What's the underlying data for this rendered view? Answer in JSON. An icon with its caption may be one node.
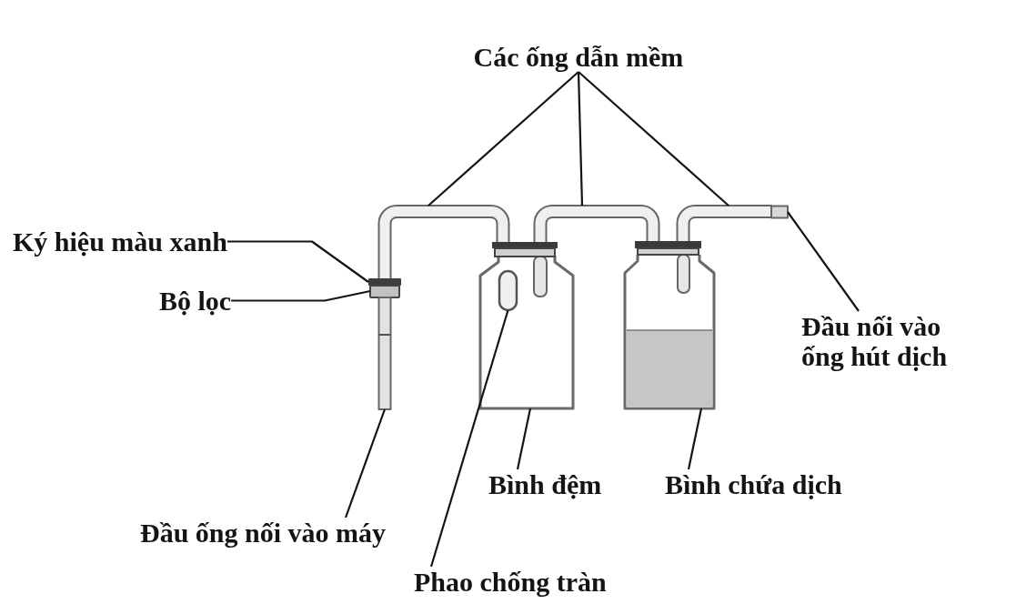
{
  "diagram": {
    "nodes": [
      {
        "text": [
          "Các ống dẫn mềm"
        ]
      },
      {
        "text": [],
        "shape": "tube"
      },
      {
        "text": [],
        "shape": "tube"
      },
      {
        "text": [],
        "shape": "tube"
      },
      {
        "text": [
          "Ký hiệu màu xanh"
        ]
      },
      {
        "text": [],
        "shape": "band"
      },
      {
        "text": [
          "Bộ lọc"
        ]
      },
      {
        "text": [],
        "shape": "ring"
      },
      {
        "text": [],
        "shape": "bottle"
      },
      {
        "text": [],
        "shape": "capsule",
        "in": 8
      },
      {
        "text": [],
        "shape": "bottle"
      },
      {
        "text": [
          "Đầu nối vào ống hút dịch"
        ]
      },
      {
        "text": [],
        "shape": "tube"
      },
      {
        "text": [
          "Bình đệm"
        ]
      },
      {
        "text": [
          "Bình chứa dịch"
        ]
      },
      {
        "text": [],
        "shape": "tube"
      },
      {
        "text": [
          "Đầu ống nối vào máy"
        ]
      },
      {
        "text": [
          "Phao chống tràn"
        ]
      }
    ],
    "edges": [
      {
        "from": 0,
        "to": 1,
        "arrow": "none"
      },
      {
        "from": 0,
        "to": 2,
        "arrow": "none"
      },
      {
        "from": 0,
        "to": 3,
        "arrow": "none"
      },
      {
        "from": 4,
        "to": 5,
        "arrow": "none"
      },
      {
        "from": 6,
        "to": 7,
        "arrow": "none"
      },
      {
        "from": 11,
        "to": 12,
        "arrow": "none"
      },
      {
        "from": 13,
        "to": 8,
        "arrow": "none"
      },
      {
        "from": 14,
        "to": 10,
        "arrow": "none"
      },
      {
        "from": 16,
        "to": 15,
        "arrow": "none"
      },
      {
        "from": 17,
        "to": 9,
        "arrow": "none"
      }
    ]
  }
}
